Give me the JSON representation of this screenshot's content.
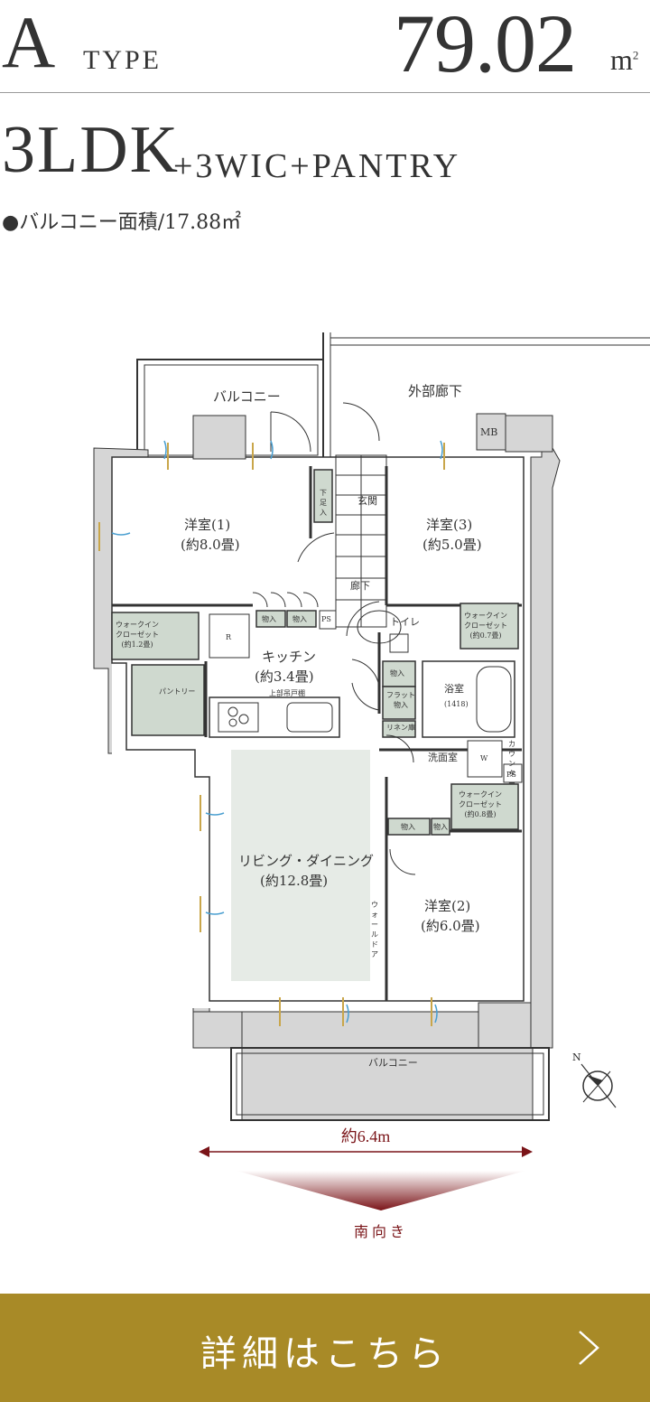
{
  "header": {
    "type_letter": "A",
    "type_word": "TYPE",
    "area_value": "79.02",
    "area_unit": "m",
    "area_unit_sup": "2"
  },
  "layout": {
    "main": "3LDK",
    "rest": "+3WIC+PANTRY",
    "balcony_area": "●バルコニー面積/17.88㎡"
  },
  "plan_labels": {
    "balcony_top": "バルコニー",
    "external_corridor": "外部廊下",
    "mb": "MB",
    "room1": "洋室(1)",
    "room1_size": "(約8.0畳)",
    "room3": "洋室(3)",
    "room3_size": "(約5.0畳)",
    "entrance": "玄関",
    "shoe_storage": "下足入",
    "hallway": "廊下",
    "wic1": "ウォークイン\nクローゼット\n(約1.2畳)",
    "storage_a": "物入",
    "storage_b": "物入",
    "ps1": "PS",
    "toilet": "トイレ",
    "wic3": "ウォークイン\nクローゼット\n(約0.7畳)",
    "refrigerator": "R",
    "kitchen": "キッチン",
    "kitchen_size": "(約3.4畳)",
    "pantry": "パントリー",
    "upper_cabinet": "上部吊戸棚",
    "storage_c": "物入",
    "flat_storage": "フラット\n物入",
    "bathroom": "浴室",
    "bathroom_size": "(1418)",
    "linen": "リネン庫",
    "washroom": "洗面室",
    "washer": "W",
    "counter": "カウンター",
    "ps2": "PS",
    "wic2": "ウォークイン\nクローゼット\n(約0.8畳)",
    "storage_d": "物入",
    "storage_e": "物入",
    "living": "リビング・ダイニング",
    "living_size": "(約12.8畳)",
    "wall_door": "ウォールドア",
    "room2": "洋室(2)",
    "room2_size": "(約6.0畳)",
    "balcony_bottom": "バルコニー"
  },
  "dimension": {
    "width_label": "約6.4m"
  },
  "orientation": {
    "south_label": "南向き",
    "north_mark": "N"
  },
  "cta": {
    "label": "詳細はこちら"
  },
  "colors": {
    "accent_gold": "#a88a27",
    "dim_red": "#7a1418",
    "wall_gray": "#d6d6d6",
    "fill_green": "#e6ebe6",
    "closet_green": "#cfd9cf"
  }
}
